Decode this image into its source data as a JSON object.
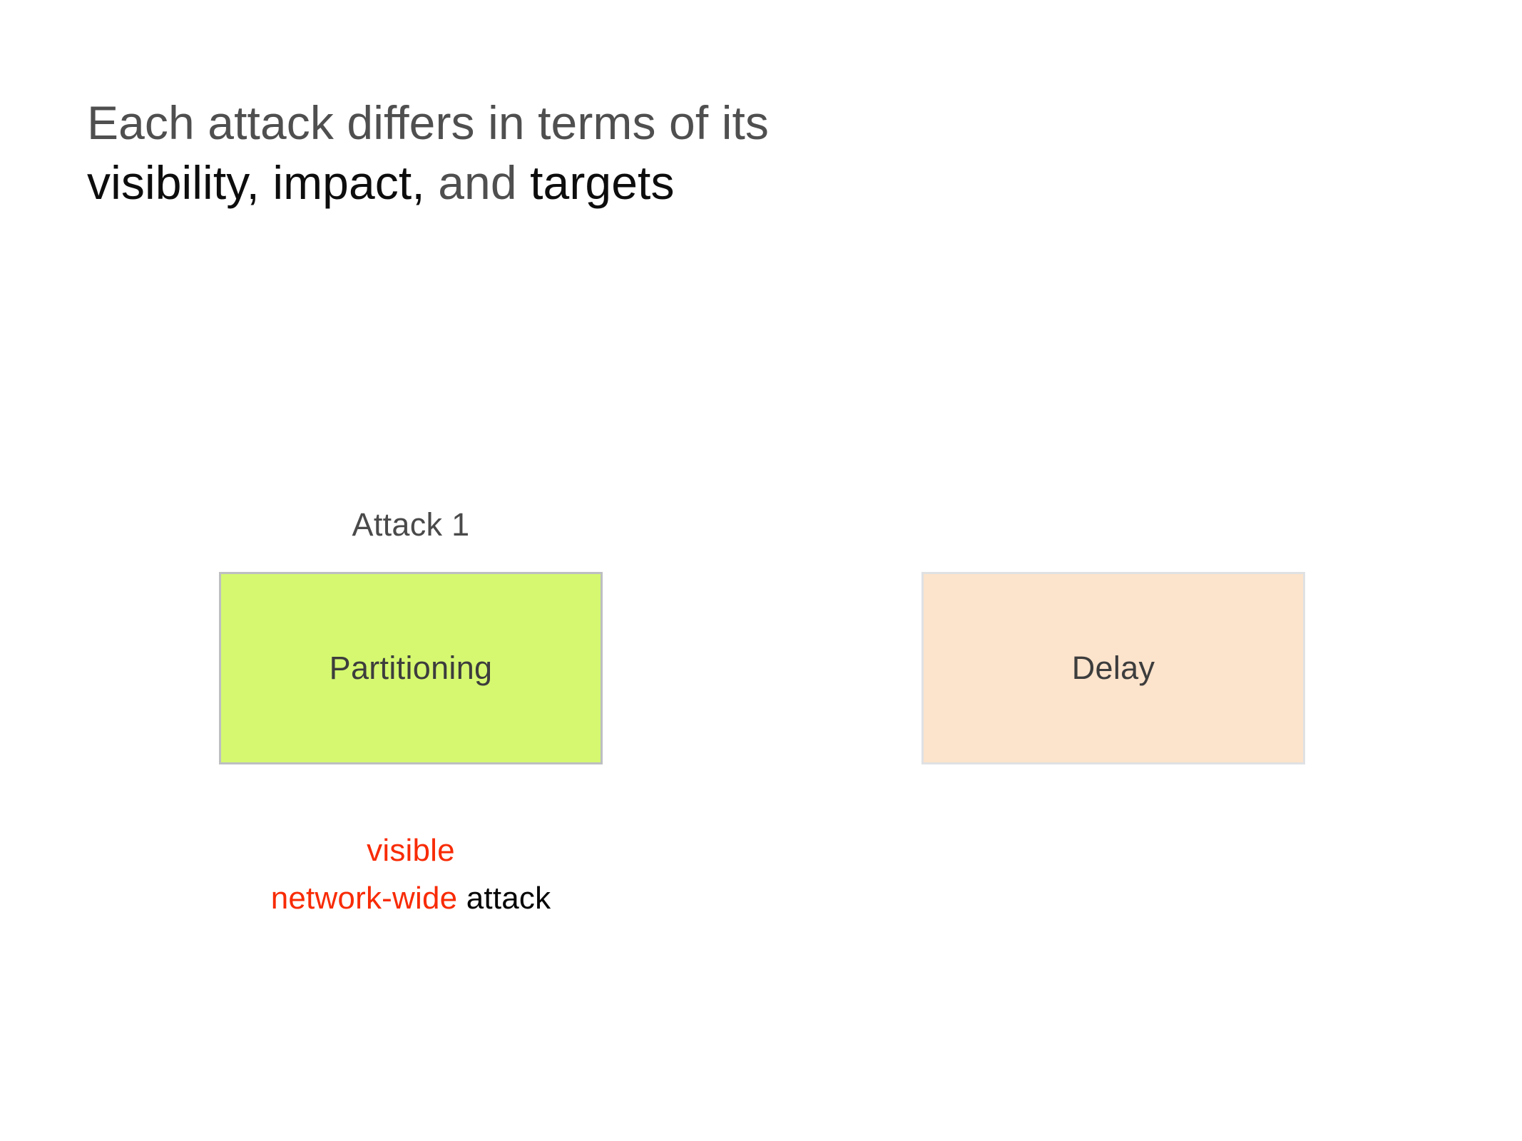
{
  "slide": {
    "title": {
      "line1": "Each attack differs in terms of its",
      "line2_parts": {
        "visibility": "visibility,",
        "impact": " impact,",
        "and": " and",
        "targets": " targets"
      }
    },
    "attack_label": "Attack 1",
    "boxes": [
      {
        "name": "partitioning",
        "label": "Partitioning",
        "fill": "#d5f870",
        "border": "#bdbfc1"
      },
      {
        "name": "delay",
        "label": "Delay",
        "fill": "#fce3cb",
        "border": "#dfe1e3"
      }
    ],
    "caption": {
      "line1_red": "visible",
      "line2_red": "network-wide",
      "line2_black": " attack"
    },
    "colors": {
      "title_gray": "#4f4f4f",
      "title_black": "#0d0d0d",
      "caption_red": "#f82b05",
      "caption_black": "#050505",
      "box_text": "#3d3d3d",
      "background": "#ffffff"
    }
  }
}
